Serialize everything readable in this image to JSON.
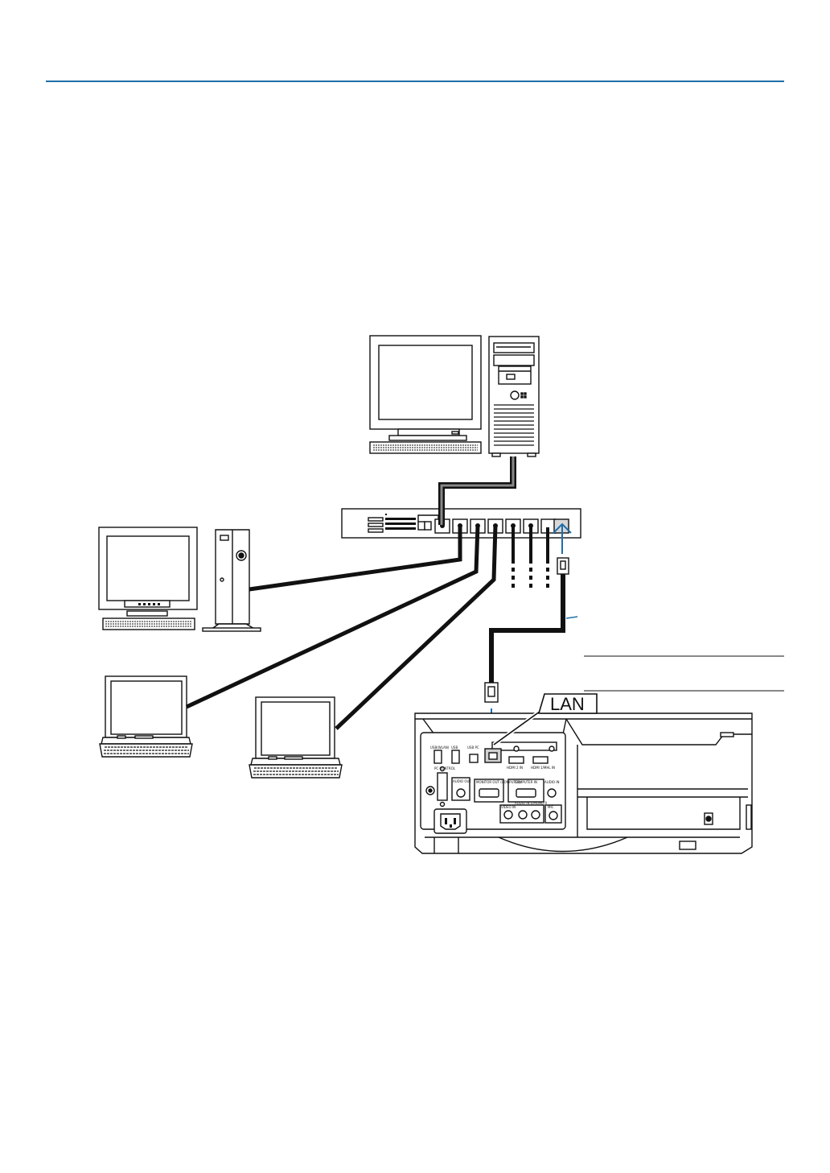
{
  "diagram": {
    "lan_badge_label": "LAN",
    "projector_ports": {
      "usb_wireless": "USB(WLAN)",
      "usb": "USB",
      "usb_pc": "USB PC",
      "hdmi2_in": "HDMI 2 IN",
      "hdmi1_mhl_in": "HDMI 1/MHL IN",
      "pc_control": "PC CONTROL",
      "audio_out": "AUDIO OUT",
      "monitor_out": "MONITOR OUT (COMPUTER)",
      "computer_in": "COMPUTER IN",
      "audio_in": "AUDIO IN",
      "video_in": "VIDEO IN",
      "audio_in_lr": "AUDIO IN L/MONO  R",
      "mic": "MIC"
    }
  },
  "colors": {
    "rule": "#1f6fa8",
    "arrow": "#1f6fa8",
    "line": "#111111"
  }
}
